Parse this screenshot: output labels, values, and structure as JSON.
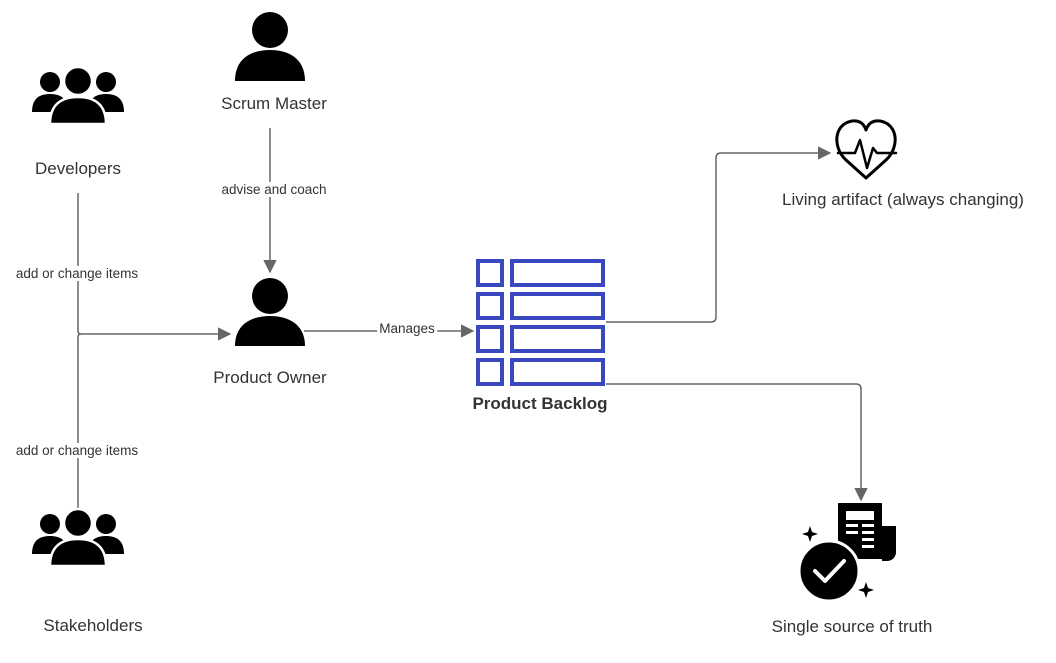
{
  "nodes": {
    "scrum_master": "Scrum Master",
    "developers": "Developers",
    "product_owner": "Product Owner",
    "product_backlog": "Product Backlog",
    "stakeholders": "Stakeholders",
    "living_artifact": "Living artifact (always changing)",
    "single_source": "Single source of truth"
  },
  "edges": {
    "advise": "advise and coach",
    "dev_items": "add or change items",
    "stake_items": "add or change items",
    "manages": "Manages"
  },
  "icons": {
    "scrum_master": "person-icon",
    "product_owner": "person-icon",
    "developers": "people-group-icon",
    "stakeholders": "people-group-icon",
    "product_backlog": "list-icon",
    "living_artifact": "heart-pulse-icon",
    "single_source": "document-check-icon"
  },
  "colors": {
    "backlog": "#3a48c0",
    "line": "#666666",
    "icon": "#000000",
    "text": "#333333"
  }
}
